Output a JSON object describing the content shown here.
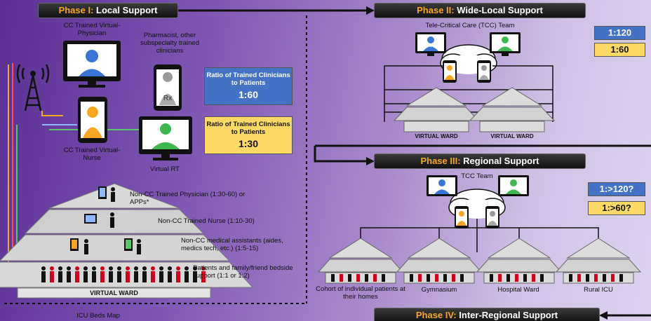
{
  "phases": {
    "p1": {
      "num": "Phase I:",
      "name": "Local Support"
    },
    "p2": {
      "num": "Phase II:",
      "name": "Wide-Local Support"
    },
    "p3": {
      "num": "Phase III:",
      "name": "Regional Support"
    },
    "p4": {
      "num": "Phase IV:",
      "name": "Inter-Regional Support"
    }
  },
  "phase1": {
    "virtual_physician": "CC Trained Virtual-Physician",
    "pharmacist": "Pharmacist, other subspecialty trained clinicians",
    "virtual_nurse": "CC Trained Virtual-Nurse",
    "virtual_rt": "Virtual RT",
    "ratio1_title": "Ratio of Trained Clinicians to Patients",
    "ratio1_value": "1:60",
    "ratio2_title": "Ratio of Trained Clinicians to Patients",
    "ratio2_value": "1:30",
    "tier1": "Non-CC Trained Physician (1:30-60) or APPs*",
    "tier2": "Non-CC Trained Nurse (1:10-30)",
    "tier3": "Non-CC medical assistants (aides, medics tech, etc.) (1:5-15)",
    "tier4": "Patients and family/friend bedside support (1:1 or 1:2)",
    "ward": "VIRTUAL WARD",
    "bottom_label": "ICU Beds Map"
  },
  "phase2": {
    "team": "Tele-Critical Care (TCC) Team",
    "ratio_a": "1:120",
    "ratio_b": "1:60",
    "ward1": "VIRTUAL WARD",
    "ward2": "VIRTUAL WARD"
  },
  "phase3": {
    "team": "TCC Team",
    "ratio_a": "1:>120?",
    "ratio_b": "1:>60?",
    "sites": [
      "Cohort of individual patients at their homes",
      "Gymnasium",
      "Hospital Ward",
      "Rural ICU"
    ]
  },
  "colors": {
    "blue": "#4472c4",
    "yellow": "#ffd966",
    "phase_text": "#f5a623",
    "patient_red": "#d0021b"
  }
}
